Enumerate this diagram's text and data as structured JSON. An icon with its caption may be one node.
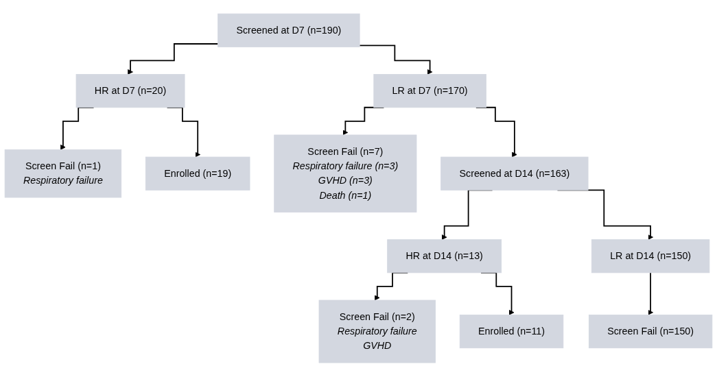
{
  "diagram": {
    "nodes": [
      {
        "text": [
          "Screened at D7 (n=190)"
        ]
      },
      {
        "text": [
          "HR at D7 (n=20)"
        ]
      },
      {
        "text": [
          "LR at D7 (n=170)"
        ]
      },
      {
        "text": [
          "Screen Fail (n=1)",
          "Respiratory failure"
        ]
      },
      {
        "text": [
          "Enrolled (n=19)"
        ]
      },
      {
        "text": [
          "Screen Fail (n=7)",
          "Respiratory failure (n=3)",
          "GVHD (n=3)",
          "Death (n=1)"
        ]
      },
      {
        "text": [
          "Screened at D14 (n=163)"
        ]
      },
      {
        "text": [
          "HR at D14 (n=13)"
        ]
      },
      {
        "text": [
          "LR at D14 (n=150)"
        ]
      },
      {
        "text": [
          "Screen Fail (n=2)",
          "Respiratory failure",
          "GVHD"
        ]
      },
      {
        "text": [
          "Enrolled (n=11)"
        ]
      },
      {
        "text": [
          "Screen Fail (n=150)"
        ]
      }
    ],
    "edges": [
      {
        "from": 0,
        "to": 1,
        "arrow": "to"
      },
      {
        "from": 0,
        "to": 2,
        "arrow": "to"
      },
      {
        "from": 1,
        "to": 3,
        "arrow": "to"
      },
      {
        "from": 1,
        "to": 4,
        "arrow": "to"
      },
      {
        "from": 2,
        "to": 5,
        "arrow": "to"
      },
      {
        "from": 2,
        "to": 6,
        "arrow": "to"
      },
      {
        "from": 6,
        "to": 7,
        "arrow": "to"
      },
      {
        "from": 6,
        "to": 8,
        "arrow": "to"
      },
      {
        "from": 7,
        "to": 9,
        "arrow": "to"
      },
      {
        "from": 7,
        "to": 10,
        "arrow": "to"
      },
      {
        "from": 8,
        "to": 11,
        "arrow": "to"
      }
    ]
  }
}
